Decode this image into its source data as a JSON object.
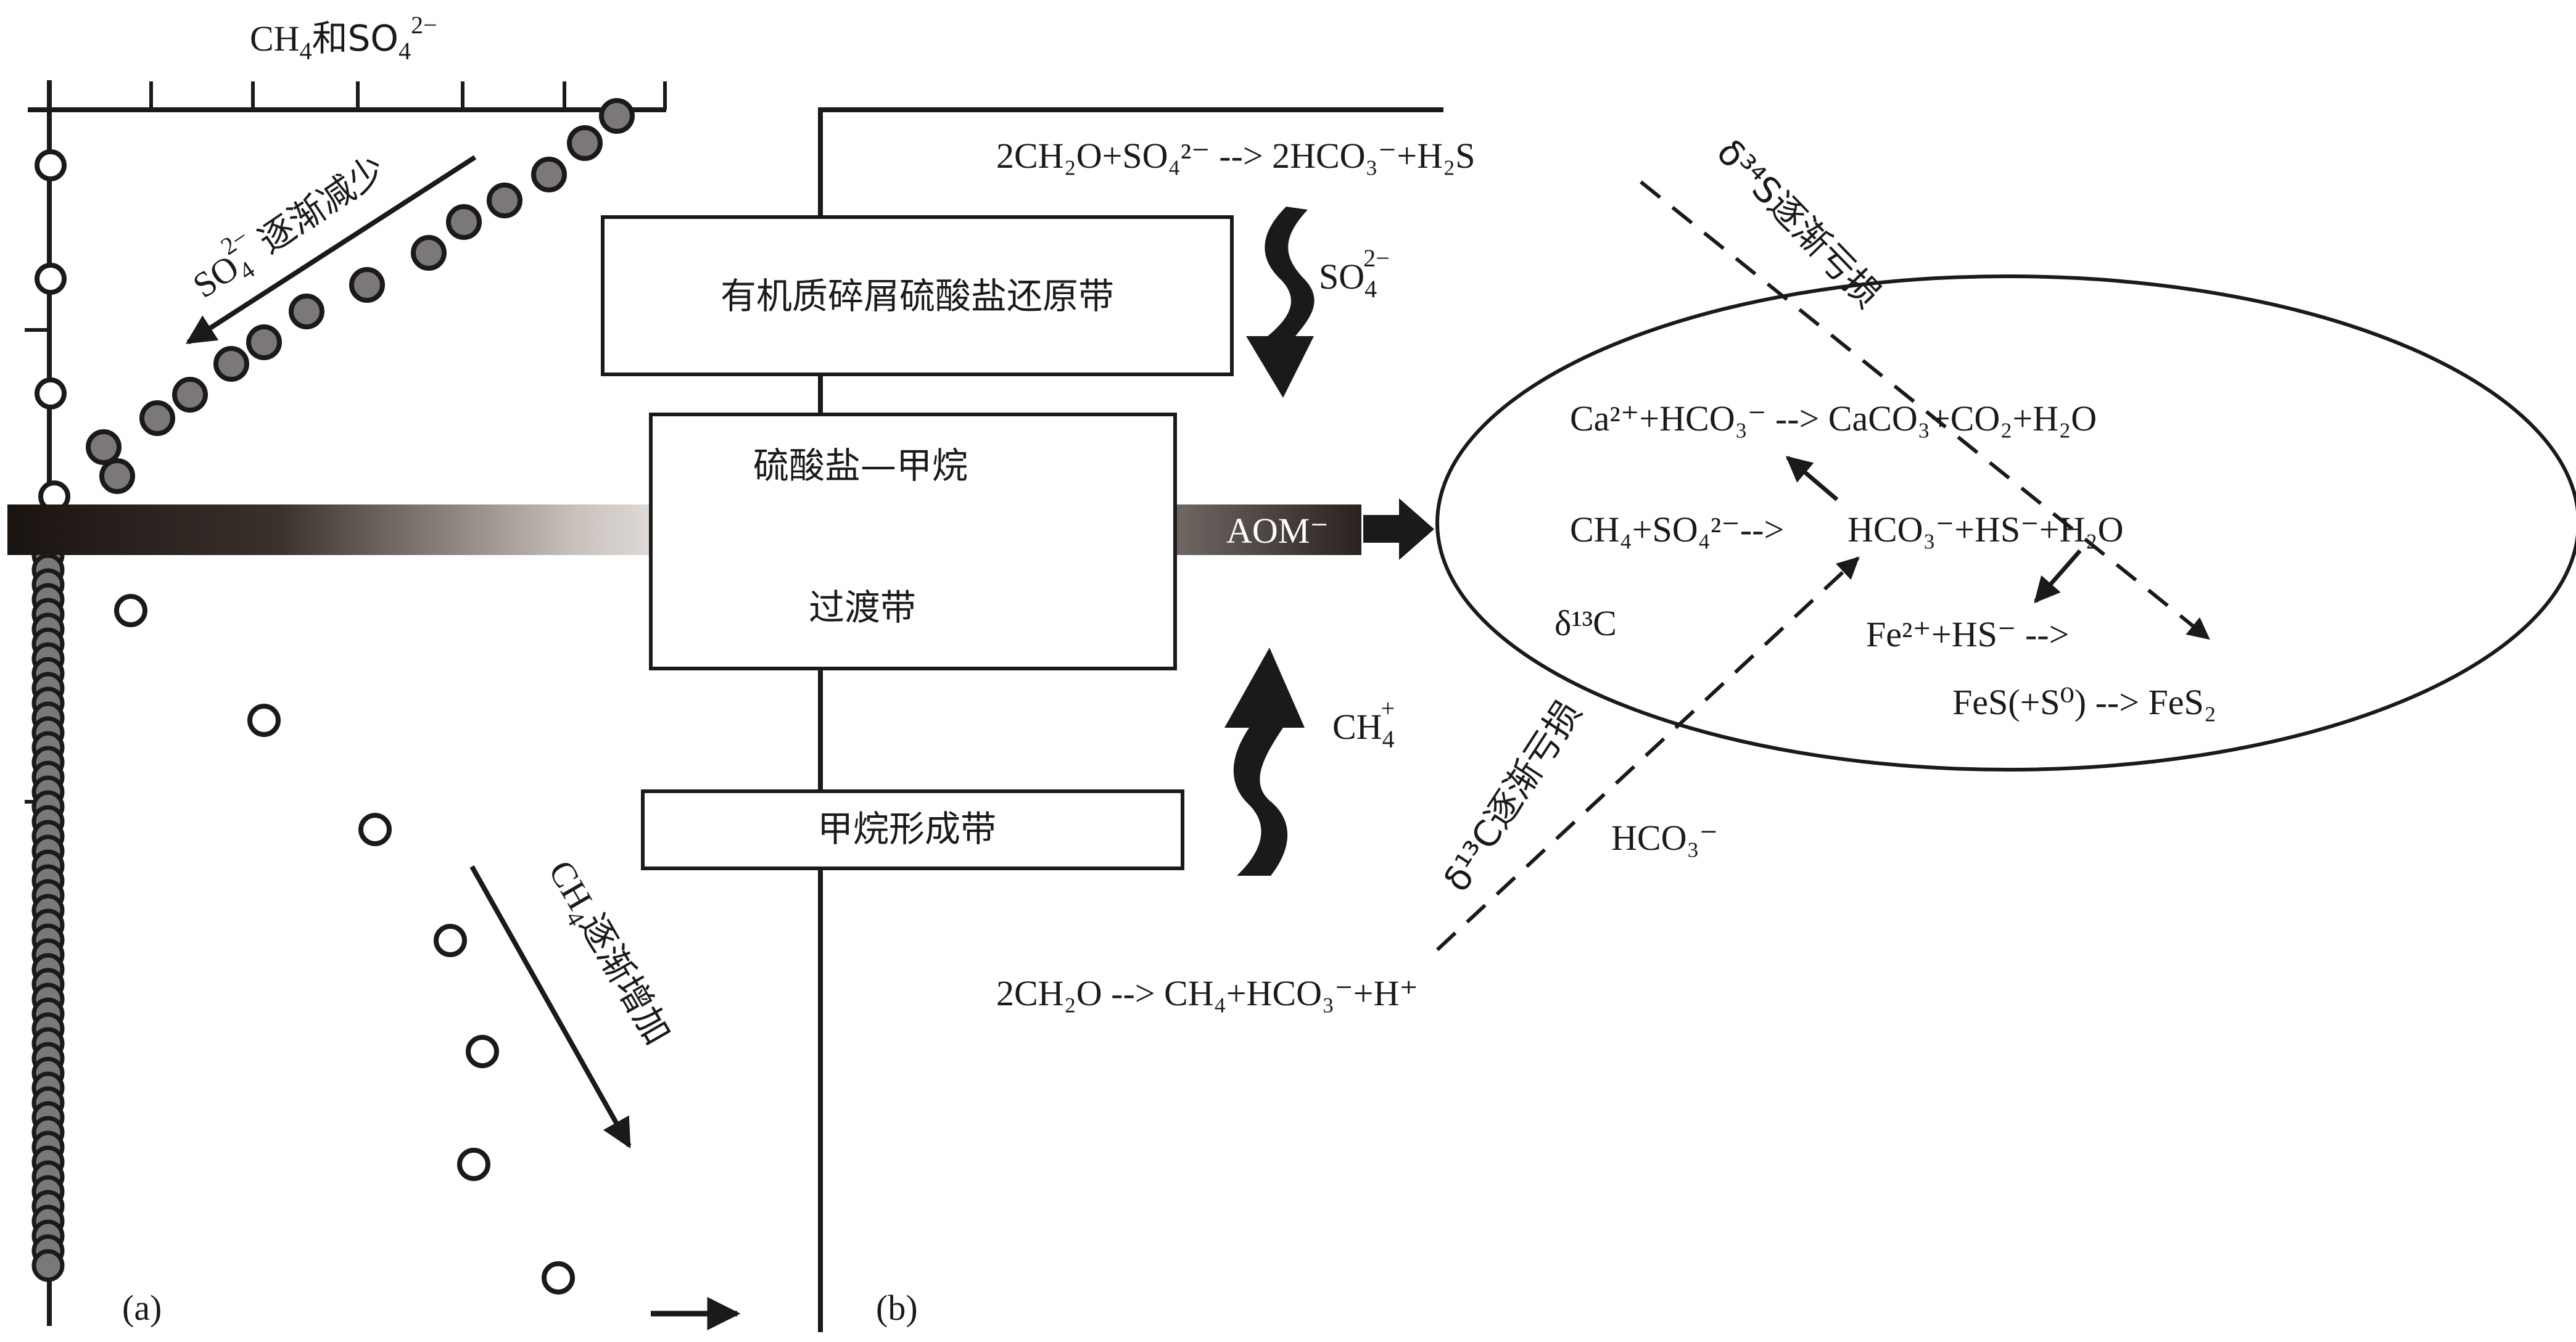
{
  "panel_a": {
    "label": "(a)",
    "axis_title": {
      "base": "CH",
      "sub1": "4",
      "mid": "和SO",
      "sub2": "4",
      "sup2": "2−"
    },
    "so4_annotation": {
      "base": "SO",
      "sub": "4",
      "sup": "2−",
      "text": "逐渐减少"
    },
    "ch4_annotation": {
      "base": "CH",
      "sub": "4",
      "text": "逐渐增加"
    }
  },
  "panel_b": {
    "label": "(b)",
    "top_reaction": "2CH₂O+SO₄²⁻ --> 2HCO₃⁻+H₂S",
    "bottom_reaction": "2CH₂O --> CH₄+HCO₃⁻+H⁺",
    "zones": {
      "sulfate_reduction": "有机质碎屑硫酸盐还原带",
      "smt_top": "硫酸盐—甲烷",
      "smt_bottom": "过渡带",
      "methanogenesis": "甲烷形成带"
    },
    "down_flux": {
      "base": "SO",
      "sub": "4",
      "sup": "2−"
    },
    "up_flux": {
      "base": "CH",
      "sub": "4",
      "sup": "+"
    },
    "aom_label": "AOM⁻"
  },
  "ellipse": {
    "reaction_1": "Ca²⁺+HCO₃⁻ --> CaCO₃+CO₂+H₂O",
    "reaction_2_left": "CH₄+SO₄²⁻-->",
    "reaction_2_right": "HCO₃⁻+HS⁻+H₂O",
    "delta13c": "δ¹³C",
    "reaction_3": "Fe²⁺+HS⁻ -->",
    "reaction_4": "FeS(+S⁰) --> FeS₂"
  },
  "gradients": {
    "delta34s": "δ³⁴S逐渐亏损",
    "delta13c": "δ¹³C逐渐亏损",
    "hco3": "HCO₃⁻"
  }
}
